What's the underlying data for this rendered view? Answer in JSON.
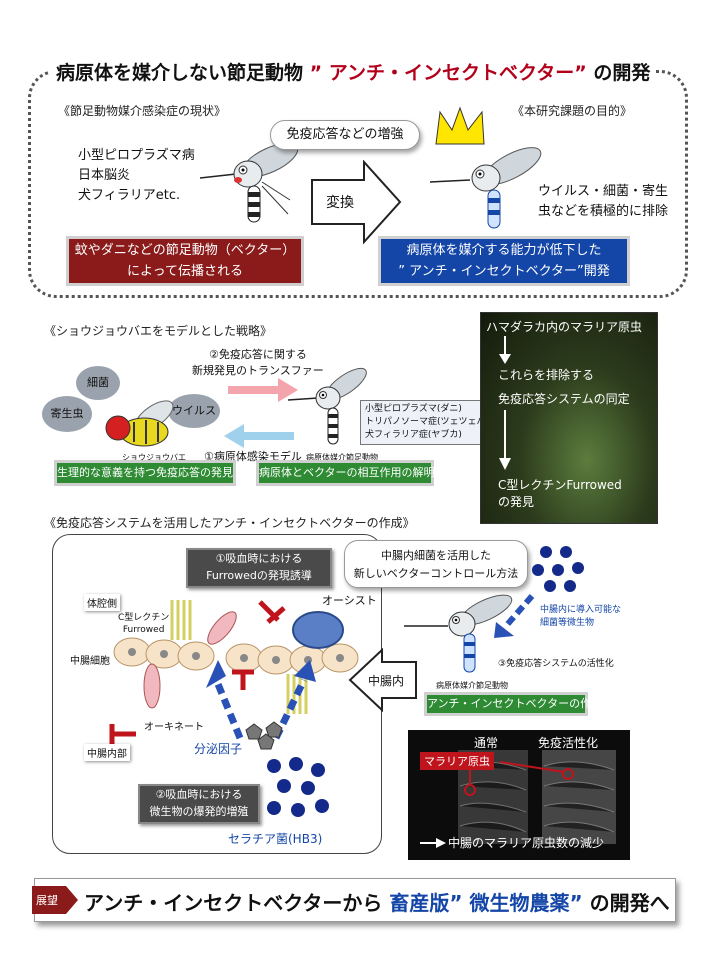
{
  "title": {
    "part1": "病原体を媒介しない節足動物",
    "highlight": "” アンチ・インセクトベクター”",
    "part3": "の開発"
  },
  "top": {
    "current_label": "《節足動物媒介感染症の現状》",
    "purpose_label": "《本研究課題の目的》",
    "diseases": [
      "小型ピロプラズマ病",
      "日本脳炎",
      "犬フィラリアetc."
    ],
    "immune_pill": "免疫応答などの増強",
    "convert_label": "変換",
    "eliminate_lines": [
      "ウイルス・細菌・寄生",
      "虫などを積極的に排除"
    ],
    "red_box_lines": [
      "蚊やダニなどの節足動物（ベクター）",
      "によって伝播される"
    ],
    "blue_box_lines": [
      "病原体を媒介する能力が低下した",
      "” アンチ・インセクトベクター”開発"
    ]
  },
  "middle": {
    "strategy_label": "《ショウジョウバエをモデルとした戦略》",
    "transfer_lines": [
      "②免疫応答に関する",
      "新規発見のトランスファー"
    ],
    "disease_model": "①病原体感染モデル",
    "bubbles": [
      "細菌",
      "寄生虫",
      "ウイルス"
    ],
    "fly_label": "ショウジョウバエ",
    "vector_label": "病原体媒介節足動物",
    "legend_lines": [
      "小型ピロプラズマ(ダニ)",
      "トリパノソーマ症(ツェツェバエ)",
      "犬フィラリア症(ヤブカ)"
    ],
    "green_left": "生理的な意義を持つ免疫応答の発見",
    "green_right": "病原体とベクターの相互作用の解明",
    "photo": {
      "title": "ハマダラカ内のマラリア原虫",
      "eliminate": "これらを排除する",
      "system": "免疫応答システムの同定",
      "result_lines": [
        "C型レクチンFurrowed",
        "の発見"
      ]
    }
  },
  "bottom": {
    "section_label": "《免疫応答システムを活用したアンチ・インセクトベクターの作成》",
    "box1_lines": [
      "①吸血時における",
      "Furrowedの発現誘導"
    ],
    "box2_lines": [
      "②吸血時における",
      "微生物の爆発的増殖"
    ],
    "body_side": "体腔側",
    "lectin_lines": [
      "C型レクチン",
      "Furrowed"
    ],
    "gut_cell": "中腸細胞",
    "gut_lumen": "中腸内部",
    "ookinete": "オーキネート",
    "oocyst": "オーシスト",
    "secreted": "分泌因子",
    "serratia": "セラチア菌(HB3)",
    "midgut_in": "中腸内",
    "method_lines": [
      "中腸内細菌を活用した",
      "新しいベクターコントロール方法"
    ],
    "microbe_lines": [
      "中腸内に導入可能な",
      "細菌等微生物"
    ],
    "activation": "③免疫応答システムの活性化",
    "vector_small": "病原体媒介節足動物",
    "create_box": "アンチ・インセクトベクターの作出",
    "photo": {
      "normal": "通常",
      "activated": "免疫活性化",
      "parasite": "マラリア原虫",
      "reduction": "中腸のマラリア原虫数の減少"
    }
  },
  "footer": {
    "badge": "展望",
    "part1": "アンチ・インセクトベクターから",
    "highlight": "畜産版” 微生物農薬”",
    "part3": "の開発へ"
  },
  "colors": {
    "red_box": "#8b1a1a",
    "blue_box": "#1446a8",
    "green_box": "#2e8b34",
    "title_accent": "#b3001b"
  }
}
